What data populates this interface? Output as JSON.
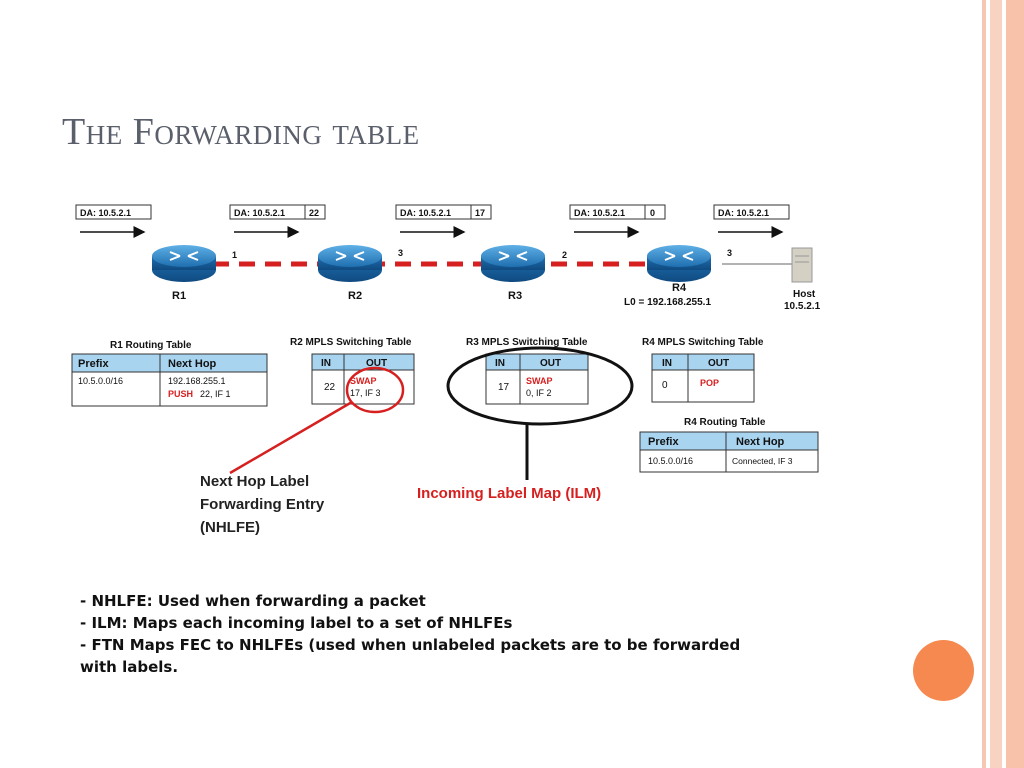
{
  "slide": {
    "title": "The Forwarding table"
  },
  "packets": {
    "p1": {
      "da": "DA: 10.5.2.1",
      "label": ""
    },
    "p2": {
      "da": "DA: 10.5.2.1",
      "label": "22"
    },
    "p3": {
      "da": "DA: 10.5.2.1",
      "label": "17"
    },
    "p4": {
      "da": "DA: 10.5.2.1",
      "label": "0"
    },
    "p5": {
      "da": "DA: 10.5.2.1",
      "label": ""
    }
  },
  "routers": {
    "r1": {
      "name": "R1",
      "port": "1"
    },
    "r2": {
      "name": "R2",
      "port": "3"
    },
    "r3": {
      "name": "R3",
      "port": "2"
    },
    "r4": {
      "name": "R4",
      "port": "3",
      "loopback": "L0 = 192.168.255.1"
    }
  },
  "host": {
    "name": "Host",
    "address": "10.5.2.1"
  },
  "r1_routing": {
    "caption": "R1  Routing Table",
    "headers": [
      "Prefix",
      "Next Hop"
    ],
    "prefix": "10.5.0.0/16",
    "nexthop": "192.168.255.1",
    "action": "PUSH",
    "action_rest": "22, IF 1"
  },
  "r2_switching": {
    "caption": "R2 MPLS Switching Table",
    "headers": [
      "IN",
      "OUT"
    ],
    "in": "22",
    "action": "SWAP",
    "out": "17, IF 3"
  },
  "r3_switching": {
    "caption": "R3 MPLS Switching Table",
    "headers": [
      "IN",
      "OUT"
    ],
    "in": "17",
    "action": "SWAP",
    "out": "0, IF 2"
  },
  "r4_switching": {
    "caption": "R4 MPLS Switching Table",
    "headers": [
      "IN",
      "OUT"
    ],
    "in": "0",
    "action": "POP"
  },
  "r4_routing": {
    "caption": "R4 Routing Table",
    "headers": [
      "Prefix",
      "Next Hop"
    ],
    "prefix": "10.5.0.0/16",
    "nexthop": "Connected, IF 3"
  },
  "annotations": {
    "nhlfe_line1": "Next Hop Label",
    "nhlfe_line2": "Forwarding Entry",
    "nhlfe_line3": "(NHLFE)",
    "ilm": "Incoming Label Map (ILM)"
  },
  "bullets": [
    "- NHLFE: Used when forwarding a packet",
    "- ILM: Maps each incoming label to a set of NHLFEs",
    "- FTN Maps FEC to NHLFEs (used when unlabeled packets are to be forwarded",
    "with labels."
  ],
  "colors": {
    "title": "#5a5f6b",
    "router": "#2e86c1",
    "header_fill": "#a8d4f0",
    "path_red": "#d62020",
    "accent_orange": "#f5894f"
  }
}
